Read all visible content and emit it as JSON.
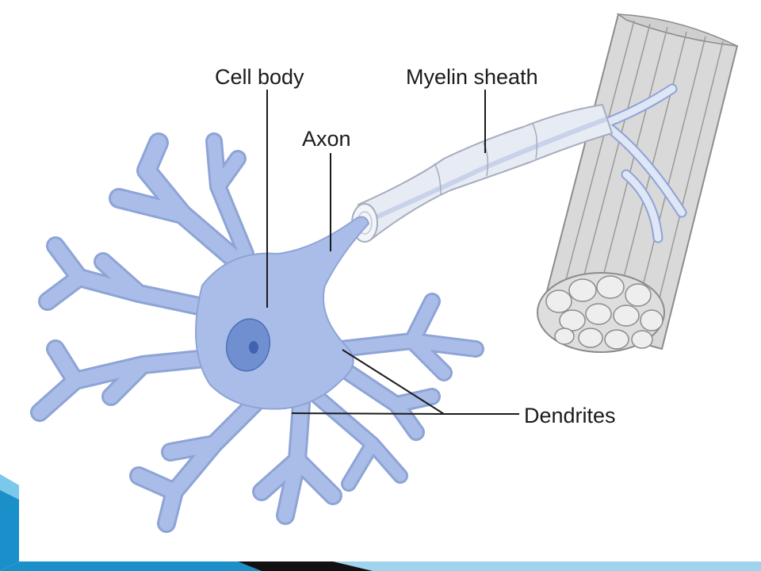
{
  "labels": {
    "cell_body": "Cell body",
    "axon": "Axon",
    "myelin_sheath": "Myelin sheath",
    "dendrites": "Dendrites"
  },
  "colors": {
    "neuron_fill": "#a9bde8",
    "neuron_edge": "#8ea4d6",
    "nucleus_fill": "#6f8fd0",
    "nucleolus_fill": "#3f63b0",
    "myelin_fill": "#e7ebf3",
    "muscle_fill": "#d9d9d9",
    "muscle_line": "#9a9a9a",
    "slide_band": "#1a8fc9",
    "slide_accent": "#111111"
  }
}
